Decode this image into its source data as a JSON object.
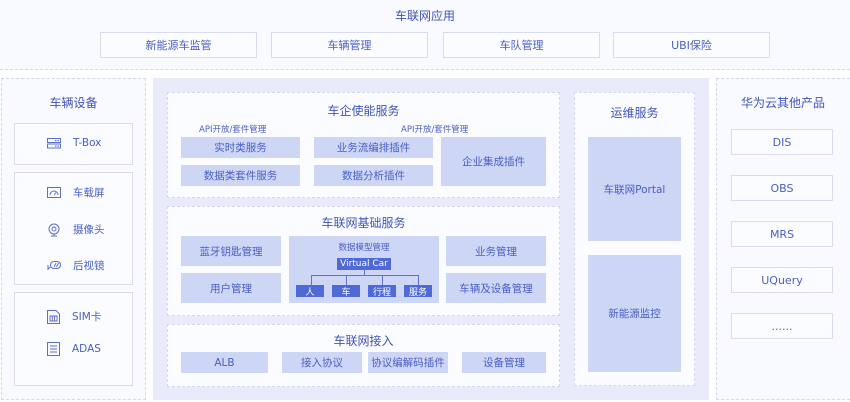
{
  "top": {
    "title": "车联网应用",
    "items": [
      "新能源车监管",
      "车辆管理",
      "车队管理",
      "UBI保险"
    ]
  },
  "left": {
    "title": "车辆设备",
    "groups": [
      [
        {
          "icon": "tbox-icon",
          "label": "T-Box"
        }
      ],
      [
        {
          "icon": "screen-icon",
          "label": "车载屏"
        },
        {
          "icon": "camera-icon",
          "label": "摄像头"
        },
        {
          "icon": "mirror-icon",
          "label": "后视镜"
        }
      ],
      [
        {
          "icon": "sim-card-icon",
          "label": "SIM卡"
        },
        {
          "icon": "adas-icon",
          "label": "ADAS"
        }
      ]
    ]
  },
  "enterprise": {
    "title": "车企使能服务",
    "api_label_1": "API开放/套件管理",
    "api_label_2": "API开放/套件管理",
    "items": [
      "实时类服务",
      "数据类套件服务",
      "业务流编排插件",
      "数据分析插件",
      "企业集成插件"
    ]
  },
  "foundation": {
    "title": "车联网基础服务",
    "left_items": [
      "蓝牙钥匙管理",
      "用户管理"
    ],
    "data_model": {
      "title": "数据模型管理",
      "root": "Virtual Car",
      "children": [
        "人",
        "车",
        "行程",
        "服务"
      ]
    },
    "right_items": [
      "业务管理",
      "车辆及设备管理"
    ]
  },
  "access": {
    "title": "车联网接入",
    "items": [
      "ALB",
      "接入协议",
      "协议编解码插件",
      "设备管理"
    ]
  },
  "ops": {
    "title": "运维服务",
    "items": [
      "车联网Portal",
      "新能源监控"
    ]
  },
  "cloud": {
    "title": "华为云其他产品",
    "items": [
      "DIS",
      "OBS",
      "MRS",
      "UQuery",
      "......"
    ]
  },
  "colors": {
    "accent": "#4a5fc1",
    "service_fill": "#cdd6f5",
    "node_fill": "#4f6ad6",
    "band_fill": "#e9ebfa"
  }
}
